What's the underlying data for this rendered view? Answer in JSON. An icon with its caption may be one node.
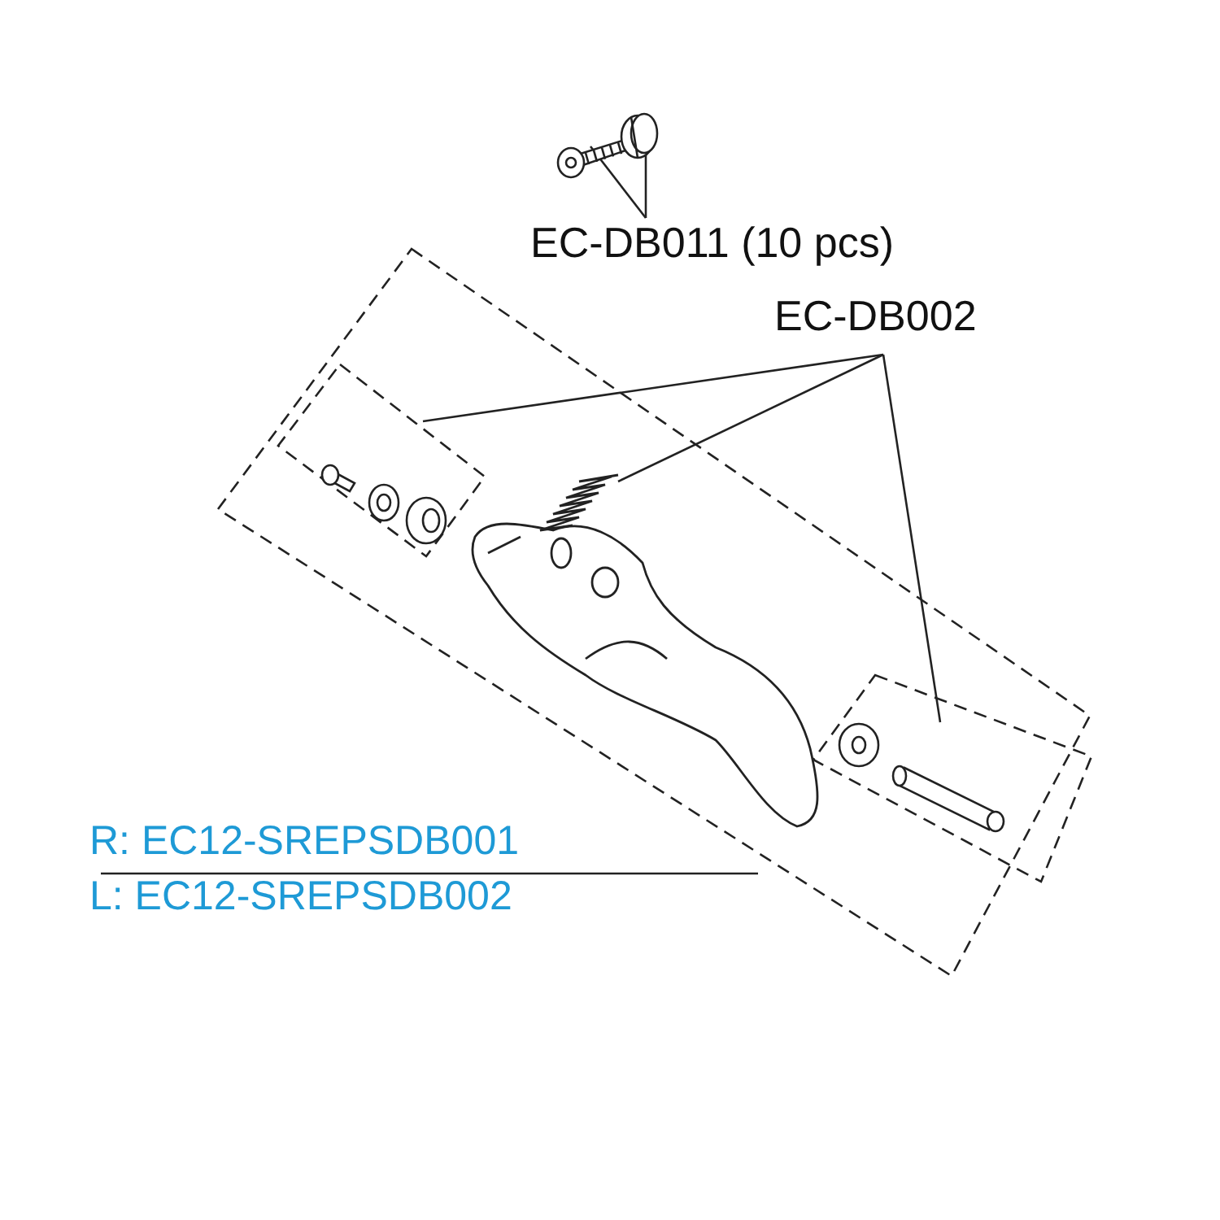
{
  "diagram": {
    "nodes": [
      {
        "text": [],
        "shape": "picture"
      },
      {
        "text": [
          "EC-DB011 (10 pcs)"
        ]
      },
      {
        "text": [
          "EC-DB002"
        ]
      },
      {
        "text": [],
        "shape": "box"
      },
      {
        "text": [],
        "shape": "box",
        "in": 3
      },
      {
        "text": [],
        "shape": "picture",
        "in": 3
      },
      {
        "text": [],
        "shape": "box",
        "in": 3
      },
      {
        "text": [
          "R: EC12-SREPSDB001",
          "L: EC12-SREPSDB002"
        ]
      }
    ],
    "edges": [
      {
        "from": 1,
        "to": 0,
        "arrow": "none"
      },
      {
        "from": 1,
        "to": 0,
        "arrow": "none"
      },
      {
        "from": 2,
        "to": 4,
        "arrow": "none"
      },
      {
        "from": 2,
        "to": 5,
        "arrow": "none"
      },
      {
        "from": 2,
        "to": 6,
        "arrow": "none"
      },
      {
        "from": 7,
        "to": 3,
        "arrow": "none"
      }
    ]
  }
}
